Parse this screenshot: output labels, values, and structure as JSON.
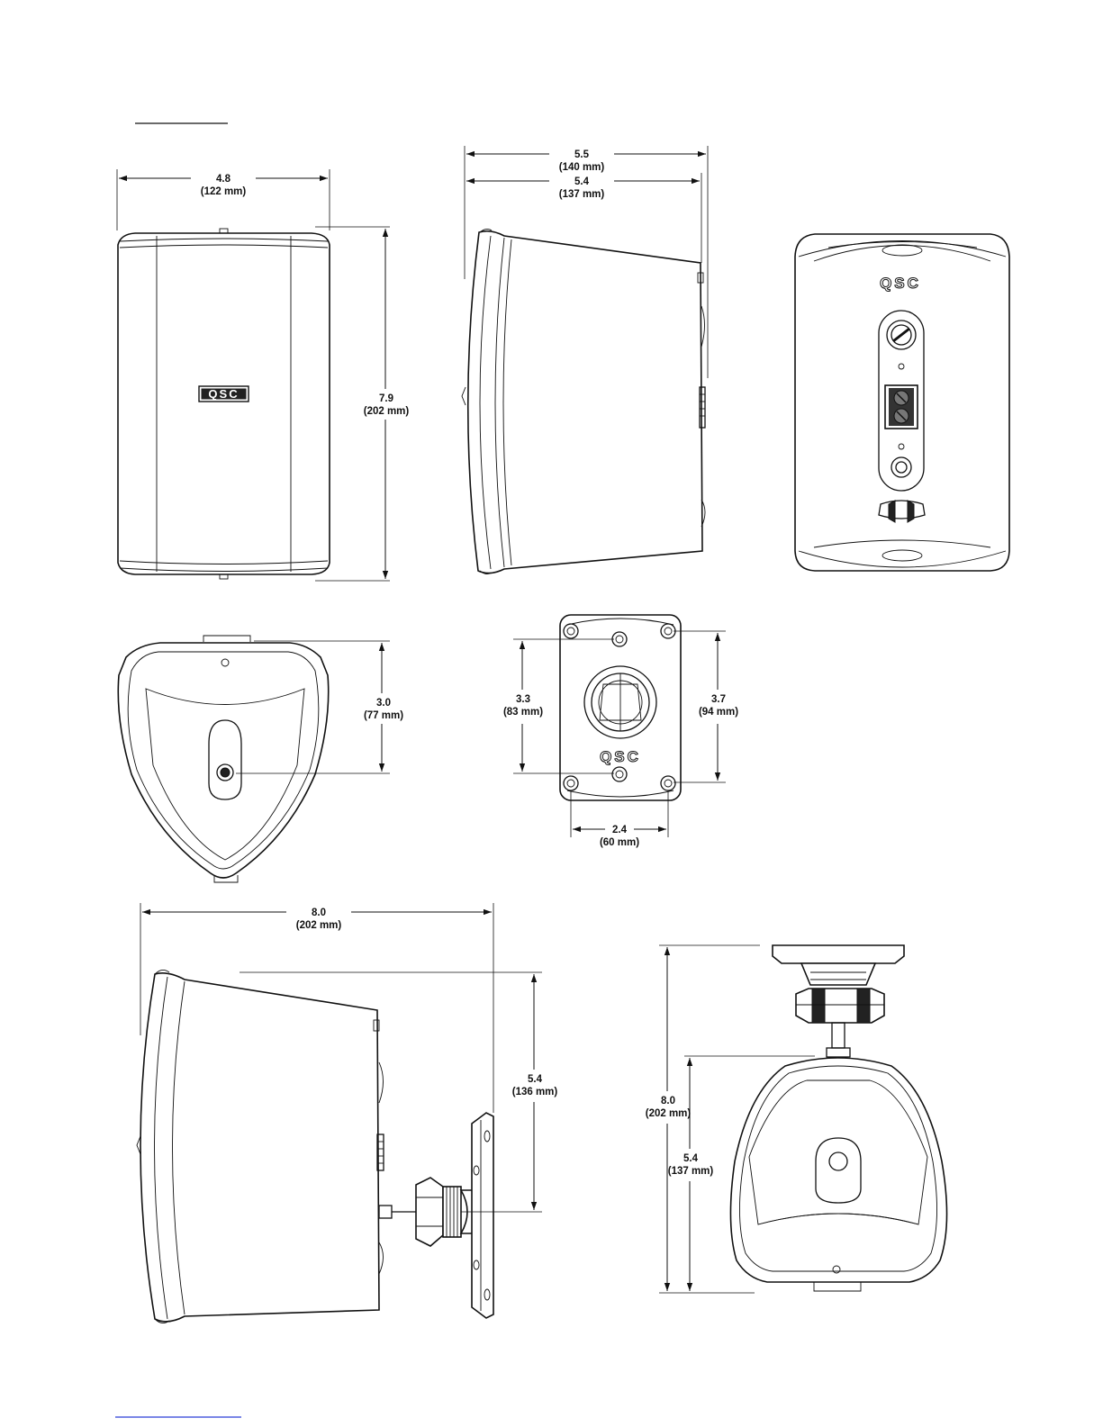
{
  "brand": "QSC",
  "dimensions": {
    "front_width": {
      "value": "4.8",
      "metric": "(122 mm)"
    },
    "front_height": {
      "value": "7.9",
      "metric": "(202 mm)"
    },
    "side_depth_total": {
      "value": "5.5",
      "metric": "(140 mm)"
    },
    "side_depth_body": {
      "value": "5.4",
      "metric": "(137 mm)"
    },
    "top_depth": {
      "value": "3.0",
      "metric": "(77 mm)"
    },
    "bracket_height_inner": {
      "value": "3.3",
      "metric": "(83 mm)"
    },
    "bracket_height_outer": {
      "value": "3.7",
      "metric": "(94 mm)"
    },
    "bracket_width": {
      "value": "2.4",
      "metric": "(60 mm)"
    },
    "mounted_depth": {
      "value": "8.0",
      "metric": "(202 mm)"
    },
    "mounted_side_height": {
      "value": "5.4",
      "metric": "(136 mm)"
    },
    "mounted_front_total": {
      "value": "8.0",
      "metric": "(202 mm)"
    },
    "mounted_front_body": {
      "value": "5.4",
      "metric": "(137 mm)"
    }
  }
}
